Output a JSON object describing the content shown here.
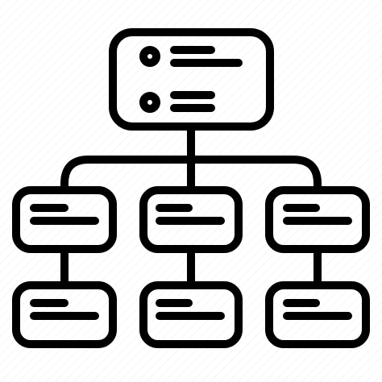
{
  "icon": {
    "name": "hierarchy-structure-icon",
    "style": "line",
    "stroke_color": "#000000",
    "background_color": "#ffffff"
  },
  "hierarchy": {
    "root": {
      "lines": 2,
      "has_bullets": true
    },
    "level_1_nodes": 3,
    "level_2_nodes": 3
  }
}
